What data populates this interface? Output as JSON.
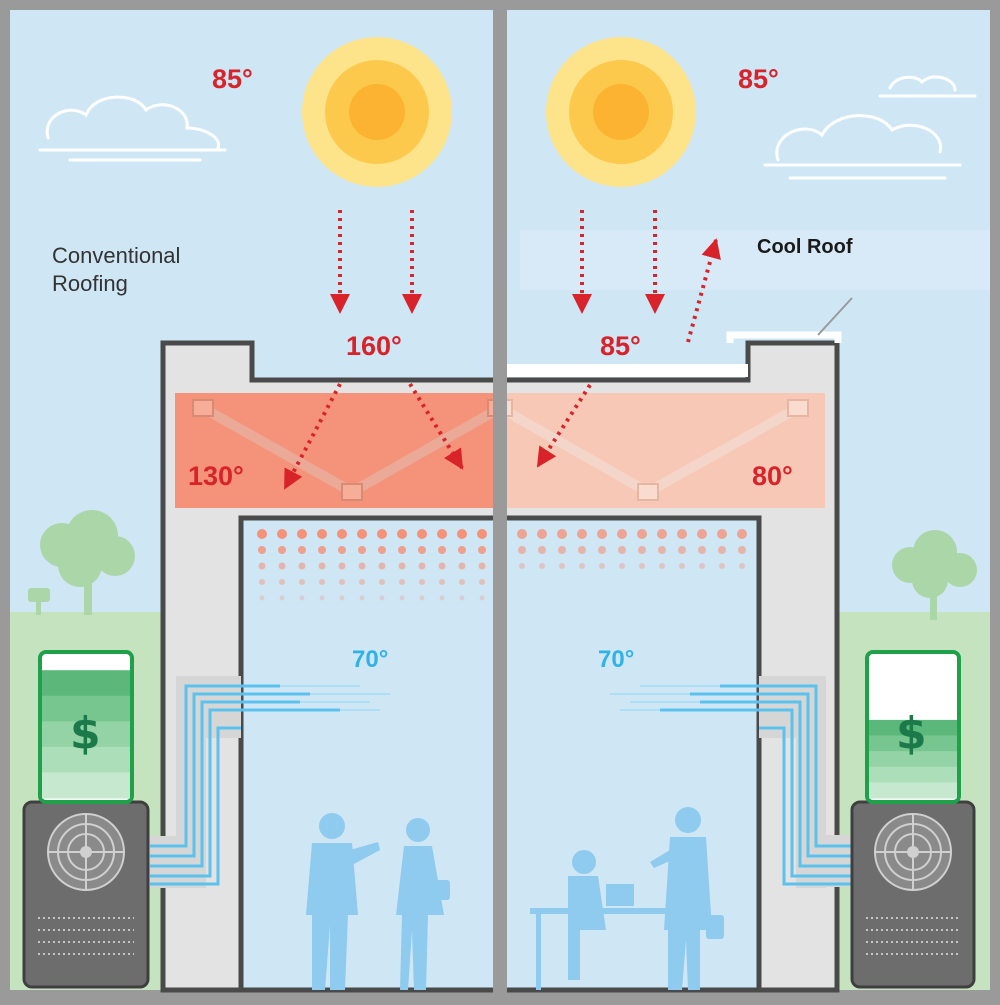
{
  "panels": {
    "left": {
      "caption_line1": "Conventional",
      "caption_line2": "Roofing",
      "outside_temp": "85°",
      "roof_surface_temp": "160°",
      "attic_temp": "130°",
      "indoor_temp": "70°",
      "cost_symbol": "$",
      "cost_level": 0.9
    },
    "right": {
      "caption": "Cool Roof",
      "outside_temp": "85°",
      "roof_surface_temp": "85°",
      "attic_temp": "80°",
      "indoor_temp": "70°",
      "cost_symbol": "$",
      "cost_level": 0.55
    }
  },
  "icons": [
    "sun-icon",
    "cloud-icon",
    "tree-icon",
    "mailbox-icon",
    "ac-unit-icon",
    "fan-icon",
    "person-icon",
    "desk-icon",
    "laptop-icon"
  ],
  "colors": {
    "sky": "#cfe6f5",
    "hot_attic": "#f4937a",
    "cool_attic": "#f7c8b6",
    "heat_arrow": "#d8232a",
    "cool_air": "#5bc2ee",
    "money": "#1c7a4a",
    "grass": "#c6e3bf"
  }
}
